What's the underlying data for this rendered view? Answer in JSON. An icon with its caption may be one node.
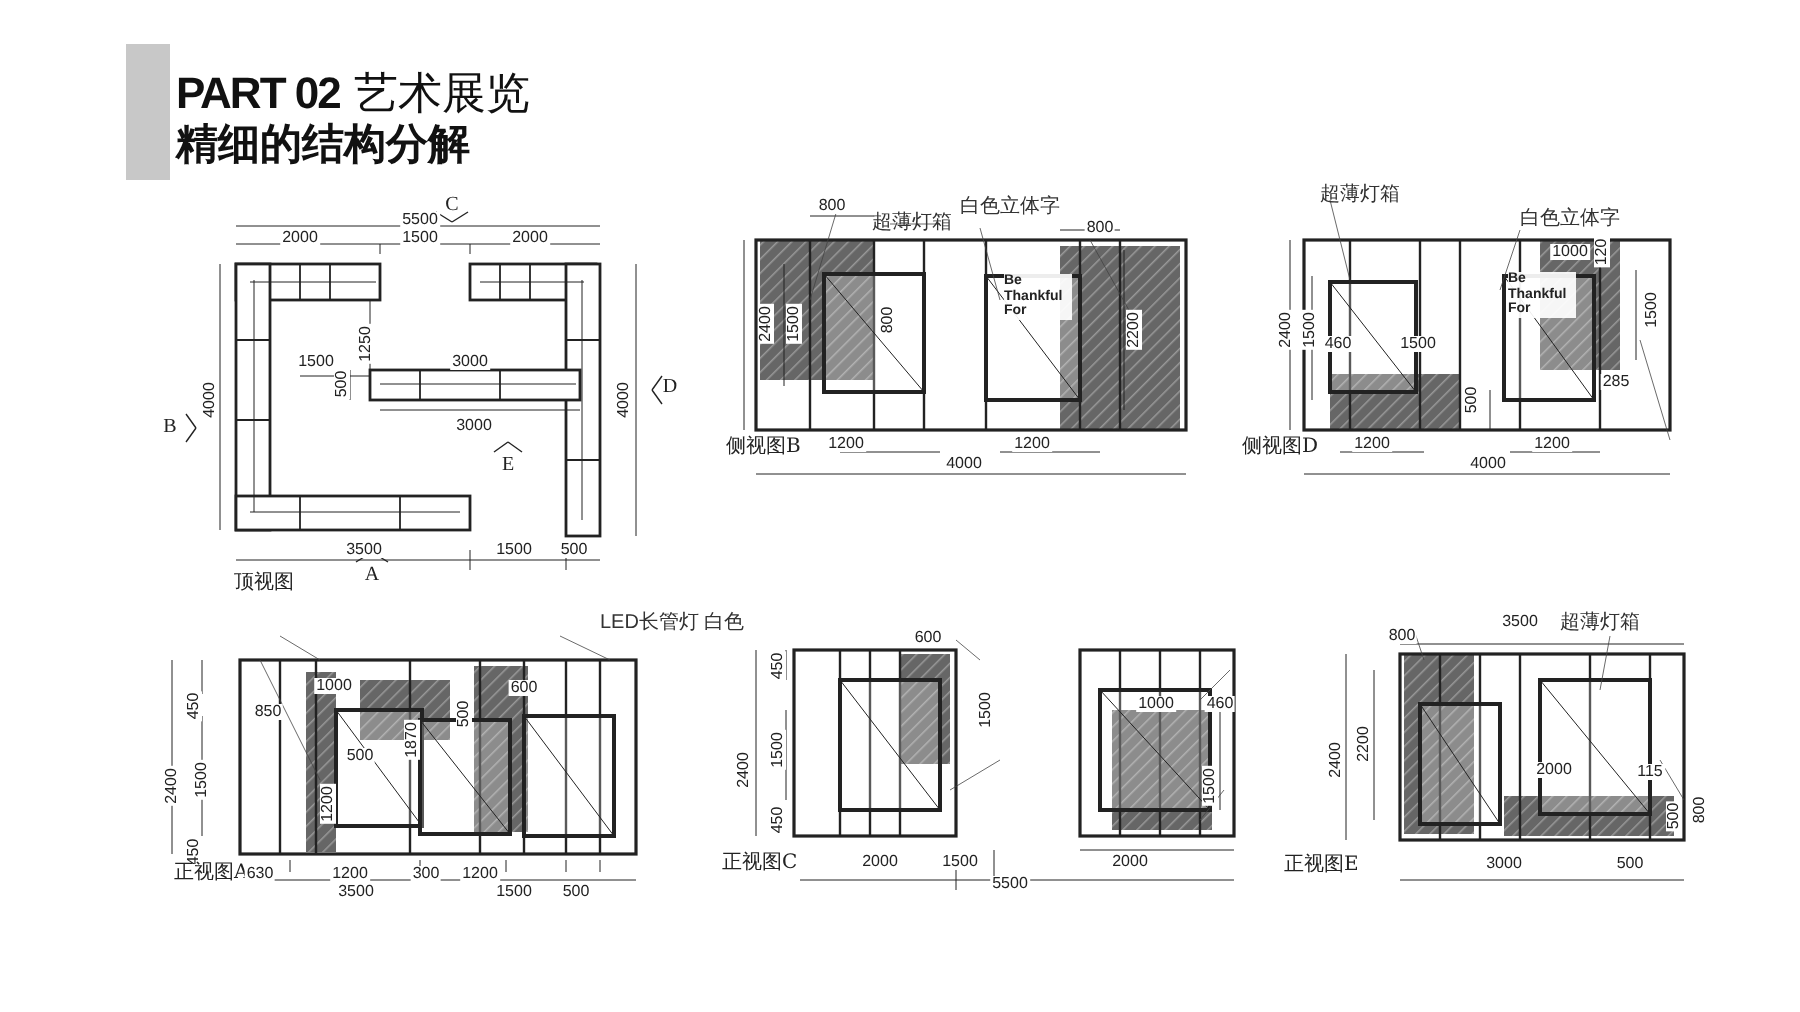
{
  "diagram": {
    "title": "**PART 02** 艺术展览",
    "labels": [
      "精细的结构分解",
      "C",
      "5500",
      "2000",
      "1500",
      "2000",
      "1250",
      "1500",
      "3000",
      "500",
      "3000",
      "4000",
      "B",
      "4000",
      "D",
      "E",
      "3500",
      "1500",
      "500",
      "A",
      "顶视图",
      "800",
      "超薄灯箱",
      "白色立体字",
      "800",
      "2400",
      "1500",
      "800",
      "Be Thankful For",
      "2200",
      "侧视图B",
      "1200",
      "1200",
      "4000",
      "超薄灯箱",
      "白色立体字",
      "1000",
      "120",
      "2400",
      "1500",
      "460",
      "1500",
      "Be Thankful For",
      "1500",
      "500",
      "285",
      "侧视图D",
      "1200",
      "1200",
      "4000",
      "LED长管灯 白色",
      "1000",
      "850",
      "500",
      "600",
      "500",
      "1870",
      "1200",
      "450",
      "2400",
      "1500",
      "450",
      "正视图A",
      "630",
      "1200",
      "300",
      "1200",
      "3500",
      "1500",
      "500",
      "600",
      "450",
      "2400",
      "1500",
      "1500",
      "450",
      "1000",
      "460",
      "1500",
      "正视图C",
      "2000",
      "1500",
      "2000",
      "5500",
      "3500",
      "800",
      "超薄灯箱",
      "2400",
      "2200",
      "2000",
      "115",
      "500",
      "800",
      "正视图E",
      "3000",
      "500"
    ]
  }
}
